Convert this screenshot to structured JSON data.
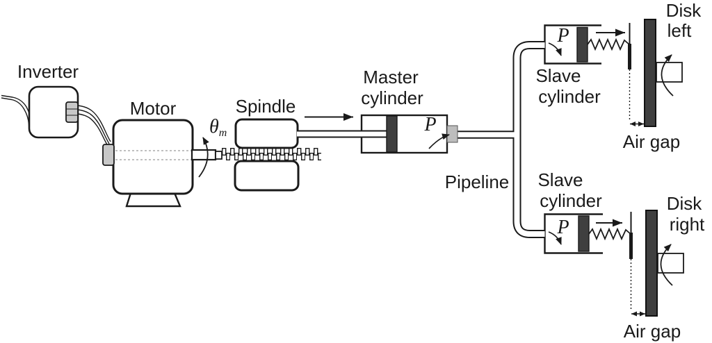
{
  "figure": {
    "inverter": {
      "label": "Inverter"
    },
    "motor": {
      "label": "Motor",
      "angle_symbol": "θ",
      "angle_subscript": "m"
    },
    "spindle": {
      "label": "Spindle"
    },
    "master_cylinder": {
      "label_line1": "Master",
      "label_line2": "cylinder",
      "pressure_symbol": "P"
    },
    "pipeline": {
      "label": "Pipeline"
    },
    "slave_cylinder_left": {
      "label_line1": "Slave",
      "label_line2": "cylinder",
      "pressure_symbol": "P"
    },
    "disk_left": {
      "label_line1": "Disk",
      "label_line2": "left"
    },
    "air_gap_left": {
      "label": "Air gap"
    },
    "slave_cylinder_right": {
      "label_line1": "Slave",
      "label_line2": "cylinder",
      "pressure_symbol": "P"
    },
    "disk_right": {
      "label_line1": "Disk",
      "label_line2": "right"
    },
    "air_gap_right": {
      "label": "Air gap"
    }
  },
  "colors": {
    "line": "#1a1a1a",
    "dark_fill": "#3f3f3f",
    "connector_fill": "#c8c8c8",
    "outlet_fill": "#bdbdbd",
    "centerline": "#999999",
    "background": "#ffffff"
  }
}
